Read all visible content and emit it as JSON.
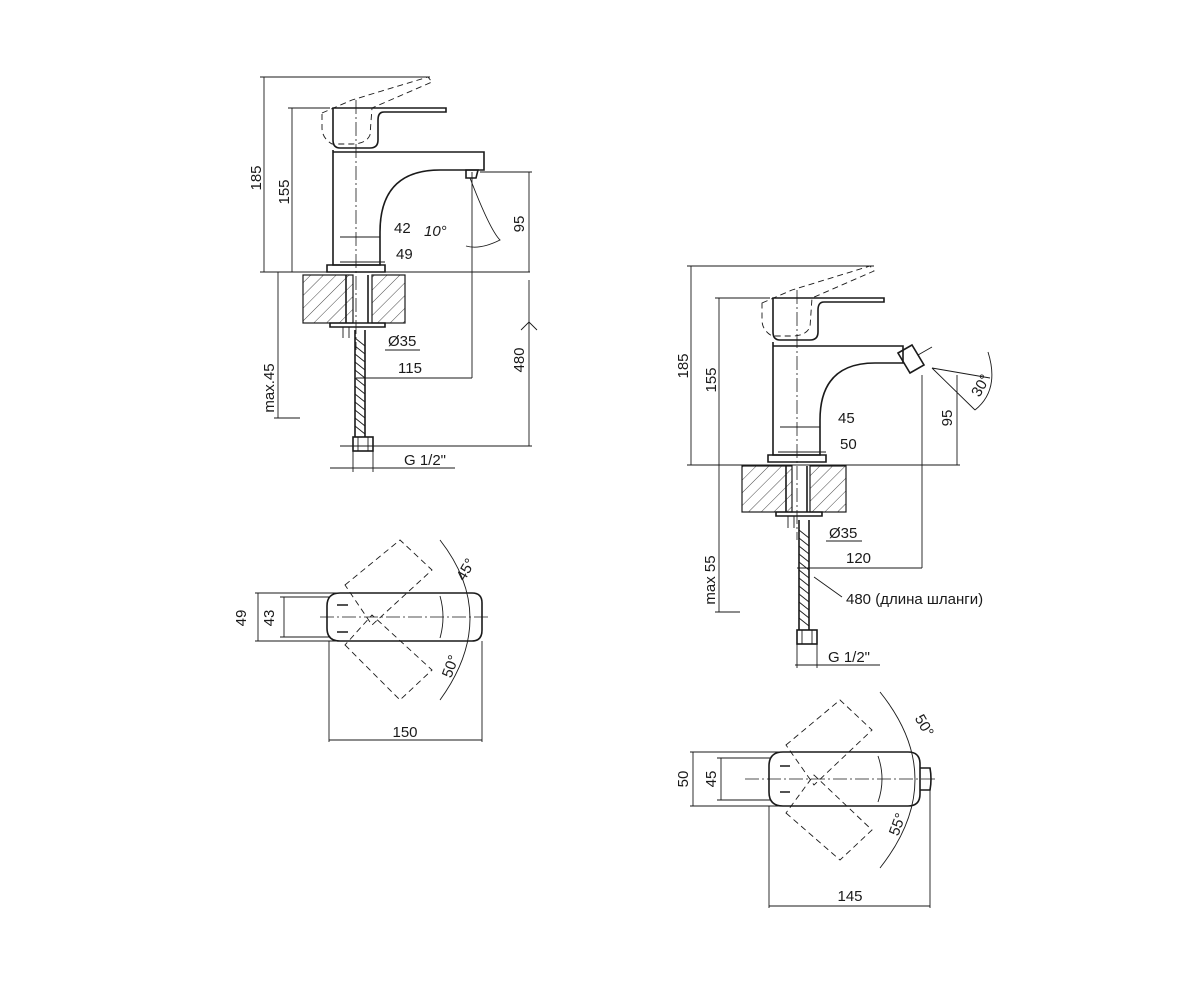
{
  "labels": {
    "basin_h_total": "185",
    "basin_h_spout": "155",
    "basin_spout_width": "42",
    "basin_spout_angle": "10°",
    "basin_body_width": "49",
    "basin_spout_h": "95",
    "basin_hole_dia": "Ø35",
    "basin_reach": "115",
    "basin_hose_len": "480",
    "basin_max_thickness": "max.45",
    "basin_thread": "G 1/2\"",
    "basin_handle_left": "45°",
    "basin_handle_right": "50°",
    "basin_top_w_outer": "49",
    "basin_top_w_inner": "43",
    "basin_top_length": "150",
    "bidet_h_total": "185",
    "bidet_h_spout": "155",
    "bidet_spout_width": "45",
    "bidet_body_width": "50",
    "bidet_spout_h": "95",
    "bidet_aerator_angle": "30°",
    "bidet_hole_dia": "Ø35",
    "bidet_reach": "120",
    "bidet_max_thickness": "max 55",
    "bidet_hose_note": "480 (длина шланги)",
    "bidet_thread": "G 1/2\"",
    "bidet_handle_left": "50°",
    "bidet_handle_right": "55°",
    "bidet_top_w_outer": "50",
    "bidet_top_w_inner": "45",
    "bidet_top_length": "145"
  }
}
